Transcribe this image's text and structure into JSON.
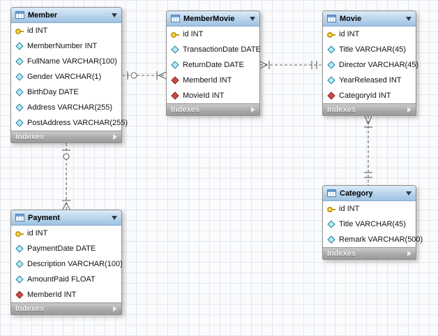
{
  "labels": {
    "indexes": "Indexes"
  },
  "colors": {
    "header_blue": "#9cc2e2",
    "footer_gray": "#a8a8a8",
    "pk_key_yellow": "#ffe06a",
    "column_diamond_teal": "#1f7f9e",
    "fk_diamond_red": "#cc4a47",
    "grid_line": "#e4e7eb",
    "relation_line": "#606060"
  },
  "tables": {
    "member": {
      "title": "Member",
      "fields": [
        {
          "icon": "key-icon",
          "text": "id INT"
        },
        {
          "icon": "column-icon",
          "text": "MemberNumber INT"
        },
        {
          "icon": "column-icon",
          "text": "FullName VARCHAR(100)"
        },
        {
          "icon": "column-icon",
          "text": "Gender VARCHAR(1)"
        },
        {
          "icon": "column-icon",
          "text": "BirthDay DATE"
        },
        {
          "icon": "column-icon",
          "text": "Address VARCHAR(255)"
        },
        {
          "icon": "column-icon",
          "text": "PostAddress VARCHAR(255)"
        }
      ]
    },
    "member_movie": {
      "title": "MemberMovie",
      "fields": [
        {
          "icon": "key-icon",
          "text": "id INT"
        },
        {
          "icon": "column-icon",
          "text": "TransactionDate DATE"
        },
        {
          "icon": "column-icon",
          "text": "ReturnDate DATE"
        },
        {
          "icon": "fk-column-icon",
          "text": "MemberId INT"
        },
        {
          "icon": "fk-column-icon",
          "text": "MovieId INT"
        }
      ]
    },
    "movie": {
      "title": "Movie",
      "fields": [
        {
          "icon": "key-icon",
          "text": "id INT"
        },
        {
          "icon": "column-icon",
          "text": "Title VARCHAR(45)"
        },
        {
          "icon": "column-icon",
          "text": "Director VARCHAR(45)"
        },
        {
          "icon": "column-icon",
          "text": "YearReleased INT"
        },
        {
          "icon": "fk-column-icon",
          "text": "CategoryId INT"
        }
      ]
    },
    "category": {
      "title": "Category",
      "fields": [
        {
          "icon": "key-icon",
          "text": "id INT"
        },
        {
          "icon": "column-icon",
          "text": "Title VARCHAR(45)"
        },
        {
          "icon": "column-icon",
          "text": "Remark VARCHAR(500)"
        }
      ]
    },
    "payment": {
      "title": "Payment",
      "fields": [
        {
          "icon": "key-icon",
          "text": "id INT"
        },
        {
          "icon": "column-icon",
          "text": "PaymentDate DATE"
        },
        {
          "icon": "column-icon",
          "text": "Description VARCHAR(100)"
        },
        {
          "icon": "column-icon",
          "text": "AmountPaid FLOAT"
        },
        {
          "icon": "fk-column-icon",
          "text": "MemberId INT"
        }
      ]
    }
  },
  "relationships": [
    {
      "from": "Member",
      "to": "MemberMovie",
      "from_end": "zero-or-one",
      "to_end": "one-or-many",
      "line_style": "dashed"
    },
    {
      "from": "Movie",
      "to": "MemberMovie",
      "from_end": "exactly-one",
      "to_end": "one-or-many",
      "line_style": "dashed"
    },
    {
      "from": "Member",
      "to": "Payment",
      "from_end": "zero-or-one",
      "to_end": "one-or-many",
      "line_style": "dashed"
    },
    {
      "from": "Category",
      "to": "Movie",
      "from_end": "exactly-one",
      "to_end": "one-or-many",
      "line_style": "dashed"
    }
  ]
}
